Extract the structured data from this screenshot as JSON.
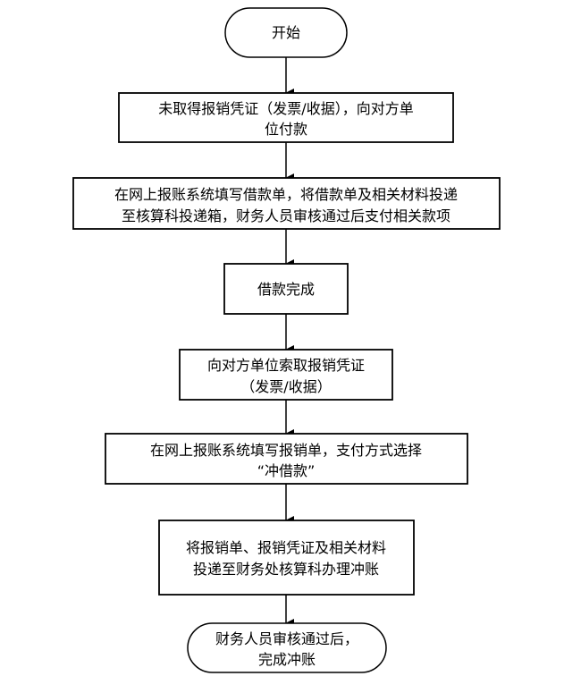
{
  "diagram": {
    "type": "flowchart",
    "direction": "top-to-bottom",
    "colors": {
      "stroke": "#000000",
      "fill": "#ffffff",
      "text": "#000000"
    },
    "nodes": [
      {
        "id": "start",
        "shape": "terminator",
        "lines": [
          "开始"
        ]
      },
      {
        "id": "step1",
        "shape": "process",
        "lines": [
          "未取得报销凭证（发票/收据），向对方单",
          "位付款"
        ]
      },
      {
        "id": "step2",
        "shape": "process",
        "lines": [
          "在网上报账系统填写借款单，将借款单及相关材料投递",
          "至核算科投递箱，财务人员审核通过后支付相关款项"
        ]
      },
      {
        "id": "step3",
        "shape": "process",
        "lines": [
          "借款完成"
        ]
      },
      {
        "id": "step4",
        "shape": "process",
        "lines": [
          "向对方单位索取报销凭证",
          "（发票/收据）"
        ]
      },
      {
        "id": "step5",
        "shape": "process",
        "lines": [
          "在网上报账系统填写报销单，支付方式选择",
          "“冲借款”"
        ]
      },
      {
        "id": "step6",
        "shape": "process",
        "lines": [
          "将报销单、报销凭证及相关材料",
          "投递至财务处核算科办理冲账"
        ]
      },
      {
        "id": "end",
        "shape": "terminator",
        "lines": [
          "财务人员审核通过后，",
          "完成冲账"
        ]
      }
    ],
    "edges": [
      {
        "from": "start",
        "to": "step1"
      },
      {
        "from": "step1",
        "to": "step2"
      },
      {
        "from": "step2",
        "to": "step3"
      },
      {
        "from": "step3",
        "to": "step4"
      },
      {
        "from": "step4",
        "to": "step5"
      },
      {
        "from": "step5",
        "to": "step6"
      },
      {
        "from": "step6",
        "to": "end"
      }
    ]
  }
}
